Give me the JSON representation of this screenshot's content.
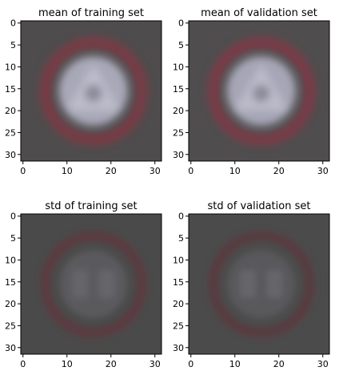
{
  "chart_data": [
    {
      "type": "heatmap",
      "title": "mean of training set",
      "xticks": [
        0,
        10,
        20,
        30
      ],
      "yticks": [
        0,
        5,
        10,
        15,
        20,
        25,
        30
      ],
      "xlim": [
        -0.5,
        31.5
      ],
      "ylim": [
        31.5,
        -0.5
      ],
      "image_size": [
        32,
        32
      ],
      "image_content": "blurred average traffic sign: dark red ring with light grey-blue interior on grey background",
      "colors": {
        "background": "#4e4c4d",
        "ring": "#7a3a45",
        "interior": "#a8a8b8"
      }
    },
    {
      "type": "heatmap",
      "title": "mean of validation set",
      "xticks": [
        0,
        10,
        20,
        30
      ],
      "yticks": [
        0,
        5,
        10,
        15,
        20,
        25,
        30
      ],
      "xlim": [
        -0.5,
        31.5
      ],
      "ylim": [
        31.5,
        -0.5
      ],
      "image_size": [
        32,
        32
      ],
      "image_content": "blurred average traffic sign: dark red ring with light grey-blue interior on grey background",
      "colors": {
        "background": "#4f4d4e",
        "ring": "#7b3a46",
        "interior": "#a6a6b6"
      }
    },
    {
      "type": "heatmap",
      "title": "std of training set",
      "xticks": [
        0,
        10,
        20,
        30
      ],
      "yticks": [
        0,
        5,
        10,
        15,
        20,
        25,
        30
      ],
      "xlim": [
        -0.5,
        31.5
      ],
      "ylim": [
        31.5,
        -0.5
      ],
      "image_size": [
        32,
        32
      ],
      "image_content": "blurred standard deviation: faint dark red ring with faint grey interior pattern",
      "colors": {
        "background": "#4a4a4a",
        "ring": "#5c3a40",
        "interior": "#5e5e62"
      }
    },
    {
      "type": "heatmap",
      "title": "std of validation set",
      "xticks": [
        0,
        10,
        20,
        30
      ],
      "yticks": [
        0,
        5,
        10,
        15,
        20,
        25,
        30
      ],
      "xlim": [
        -0.5,
        31.5
      ],
      "ylim": [
        31.5,
        -0.5
      ],
      "image_size": [
        32,
        32
      ],
      "image_content": "blurred standard deviation: faint dark red ring with faint grey interior pattern",
      "colors": {
        "background": "#4b4b4b",
        "ring": "#583a40",
        "interior": "#5c5c60"
      }
    }
  ]
}
